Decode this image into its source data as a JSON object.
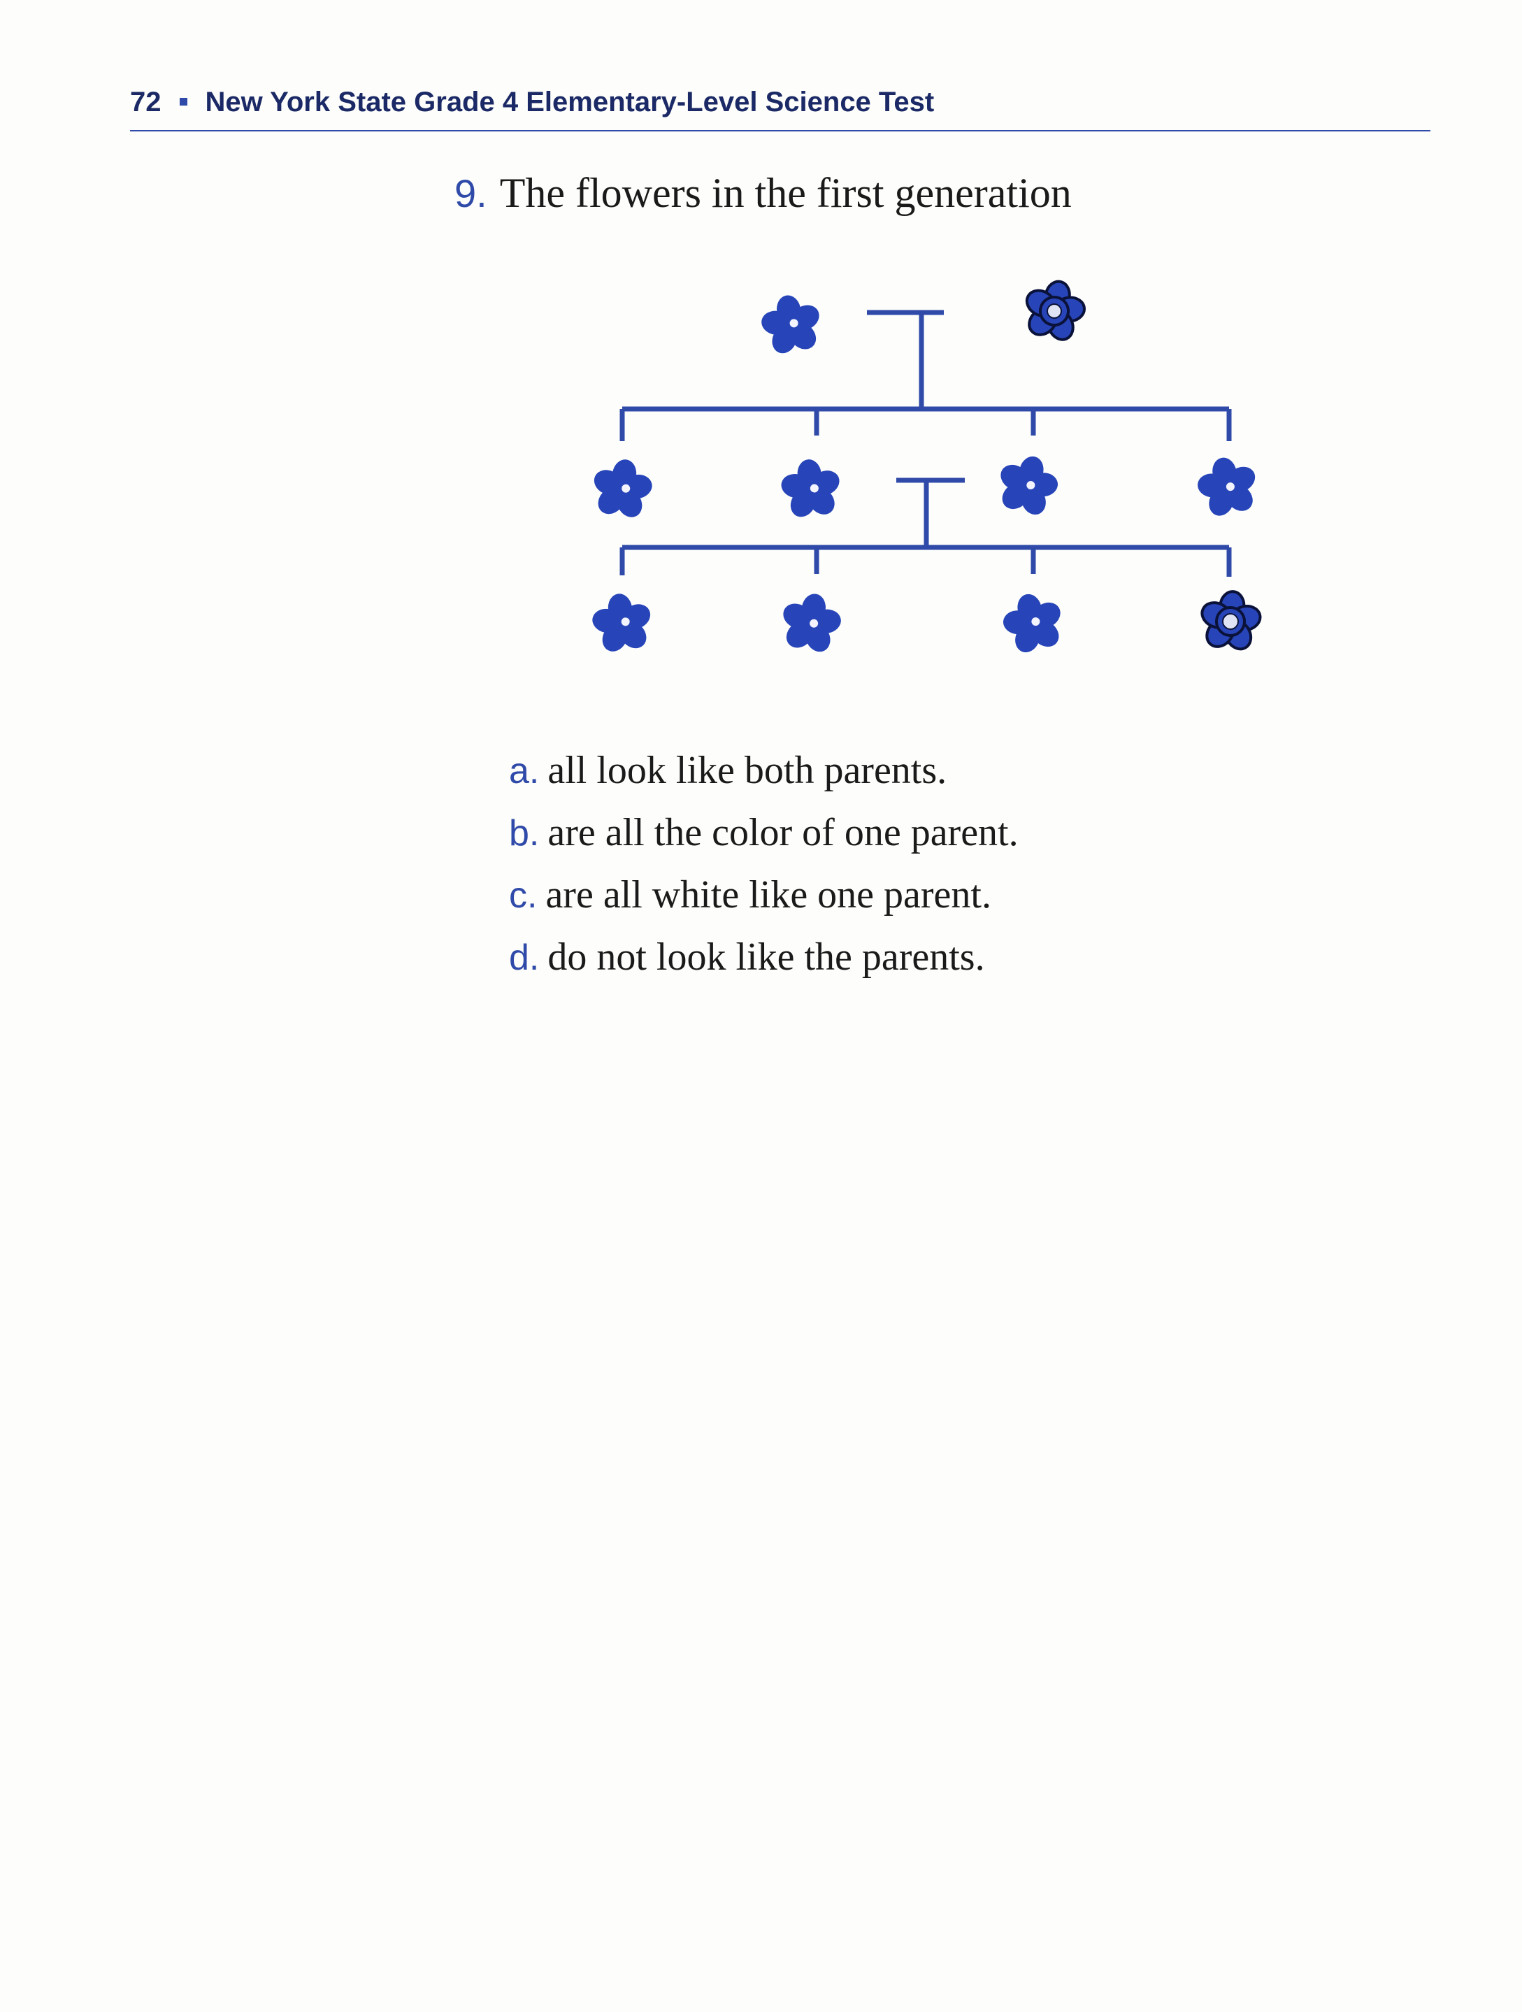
{
  "header": {
    "page_number": "72",
    "title": "New York State Grade 4 Elementary-Level Science Test"
  },
  "question": {
    "number": "9.",
    "stem": "The flowers in the first generation"
  },
  "figure": {
    "parents": [
      {
        "color": "blue",
        "icon": "blue-flower-icon"
      },
      {
        "color": "blue-white-center",
        "icon": "blue-flower-white-center-icon"
      }
    ],
    "generation_1": [
      {
        "color": "blue"
      },
      {
        "color": "blue"
      },
      {
        "color": "blue"
      },
      {
        "color": "blue"
      }
    ],
    "generation_2": [
      {
        "color": "blue"
      },
      {
        "color": "blue"
      },
      {
        "color": "blue"
      },
      {
        "color": "blue-white-center"
      }
    ],
    "colors": {
      "flower": "#2745b8",
      "line": "#2f4aa8"
    }
  },
  "options": [
    {
      "letter": "a.",
      "text": "all look like both parents."
    },
    {
      "letter": "b.",
      "text": "are all the color of one parent."
    },
    {
      "letter": "c.",
      "text": "are all white like one parent."
    },
    {
      "letter": "d.",
      "text": "do not look like the parents."
    }
  ]
}
